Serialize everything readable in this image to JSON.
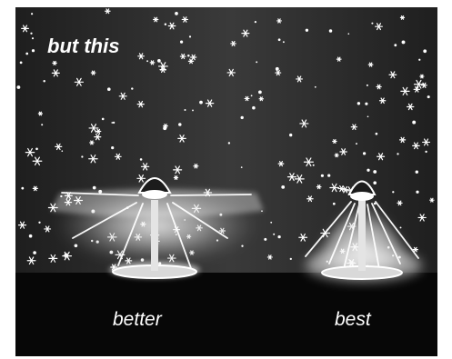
{
  "scene": {
    "sky_top_color": "#1e1e1e",
    "sky_mid_color": "#3a3a3a",
    "ground_color": "#070707",
    "frame_color": "#ffffff",
    "light_color": "#ffffff"
  },
  "texts": {
    "headline": "but this",
    "left_caption": "better",
    "right_caption": "best"
  },
  "lamps": [
    {
      "name": "lamp-better",
      "icon": "street-lamp-icon",
      "beam": "wide-flat-spread"
    },
    {
      "name": "lamp-best",
      "icon": "street-lamp-icon",
      "beam": "downward-cone"
    }
  ],
  "background": {
    "snowflake_icon": "snowflake-icon"
  }
}
